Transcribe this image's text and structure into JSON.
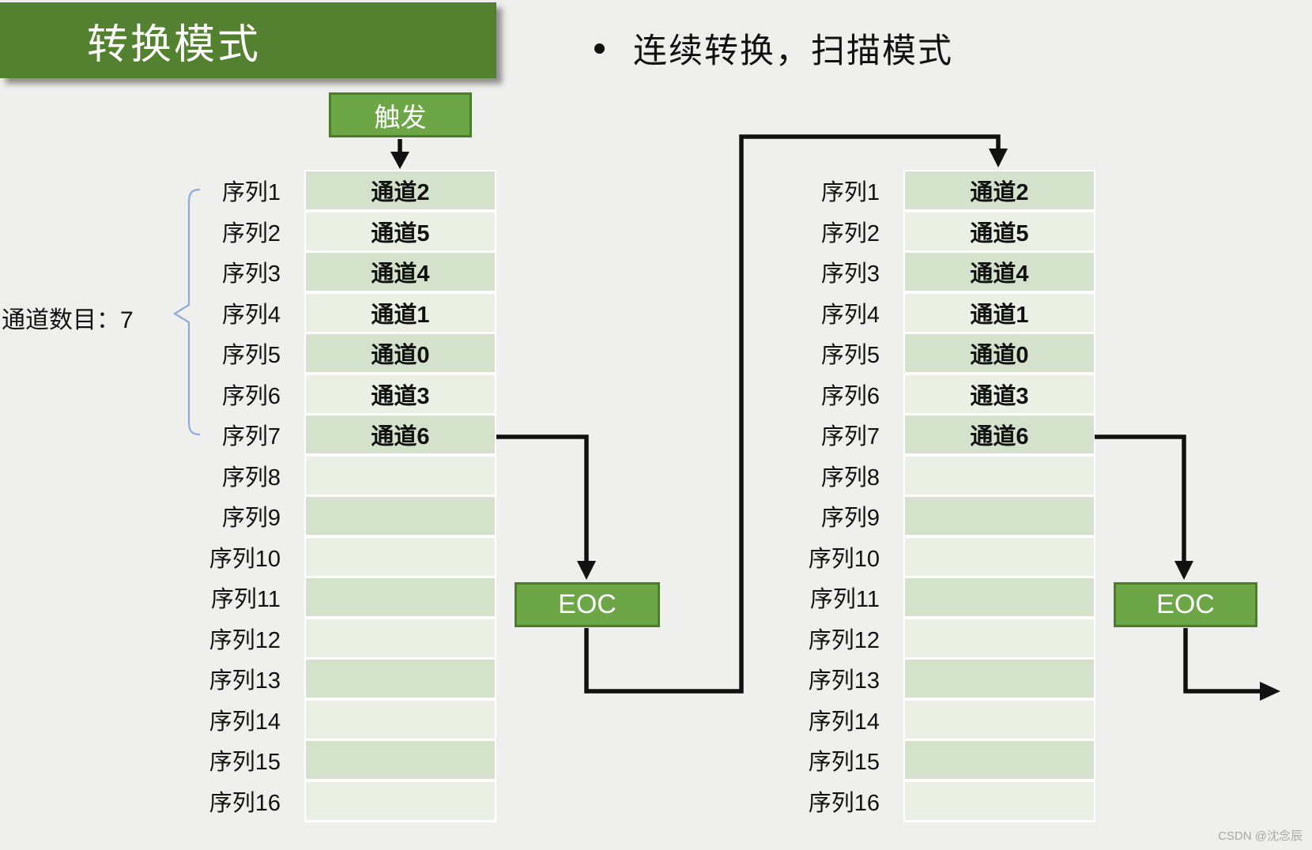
{
  "slide": {
    "title": "转换模式",
    "bullet": "连续转换，扫描模式",
    "watermark": "CSDN @沈念辰"
  },
  "flow": {
    "trigger_label": "触发",
    "eoc_label": "EOC",
    "channel_count_label": "通道数目：7"
  },
  "tables": {
    "sequence_labels": [
      "序列1",
      "序列2",
      "序列3",
      "序列4",
      "序列5",
      "序列6",
      "序列7",
      "序列8",
      "序列9",
      "序列10",
      "序列11",
      "序列12",
      "序列13",
      "序列14",
      "序列15",
      "序列16"
    ],
    "channel_values": [
      "通道2",
      "通道5",
      "通道4",
      "通道1",
      "通道0",
      "通道3",
      "通道6",
      "",
      "",
      "",
      "",
      "",
      "",
      "",
      "",
      ""
    ]
  },
  "colors": {
    "background": "#efefee",
    "banner_green": "#53812f",
    "box_green": "#6ca646",
    "box_border_green": "#4e7c2d",
    "row_dark": "#d5e2cb",
    "row_light": "#ebf0e5",
    "connector_black": "#111111",
    "brace_blue": "#8fa9d9",
    "text_white": "#ffffff",
    "text_black": "#111111",
    "watermark_gray": "#a6a6a6"
  }
}
